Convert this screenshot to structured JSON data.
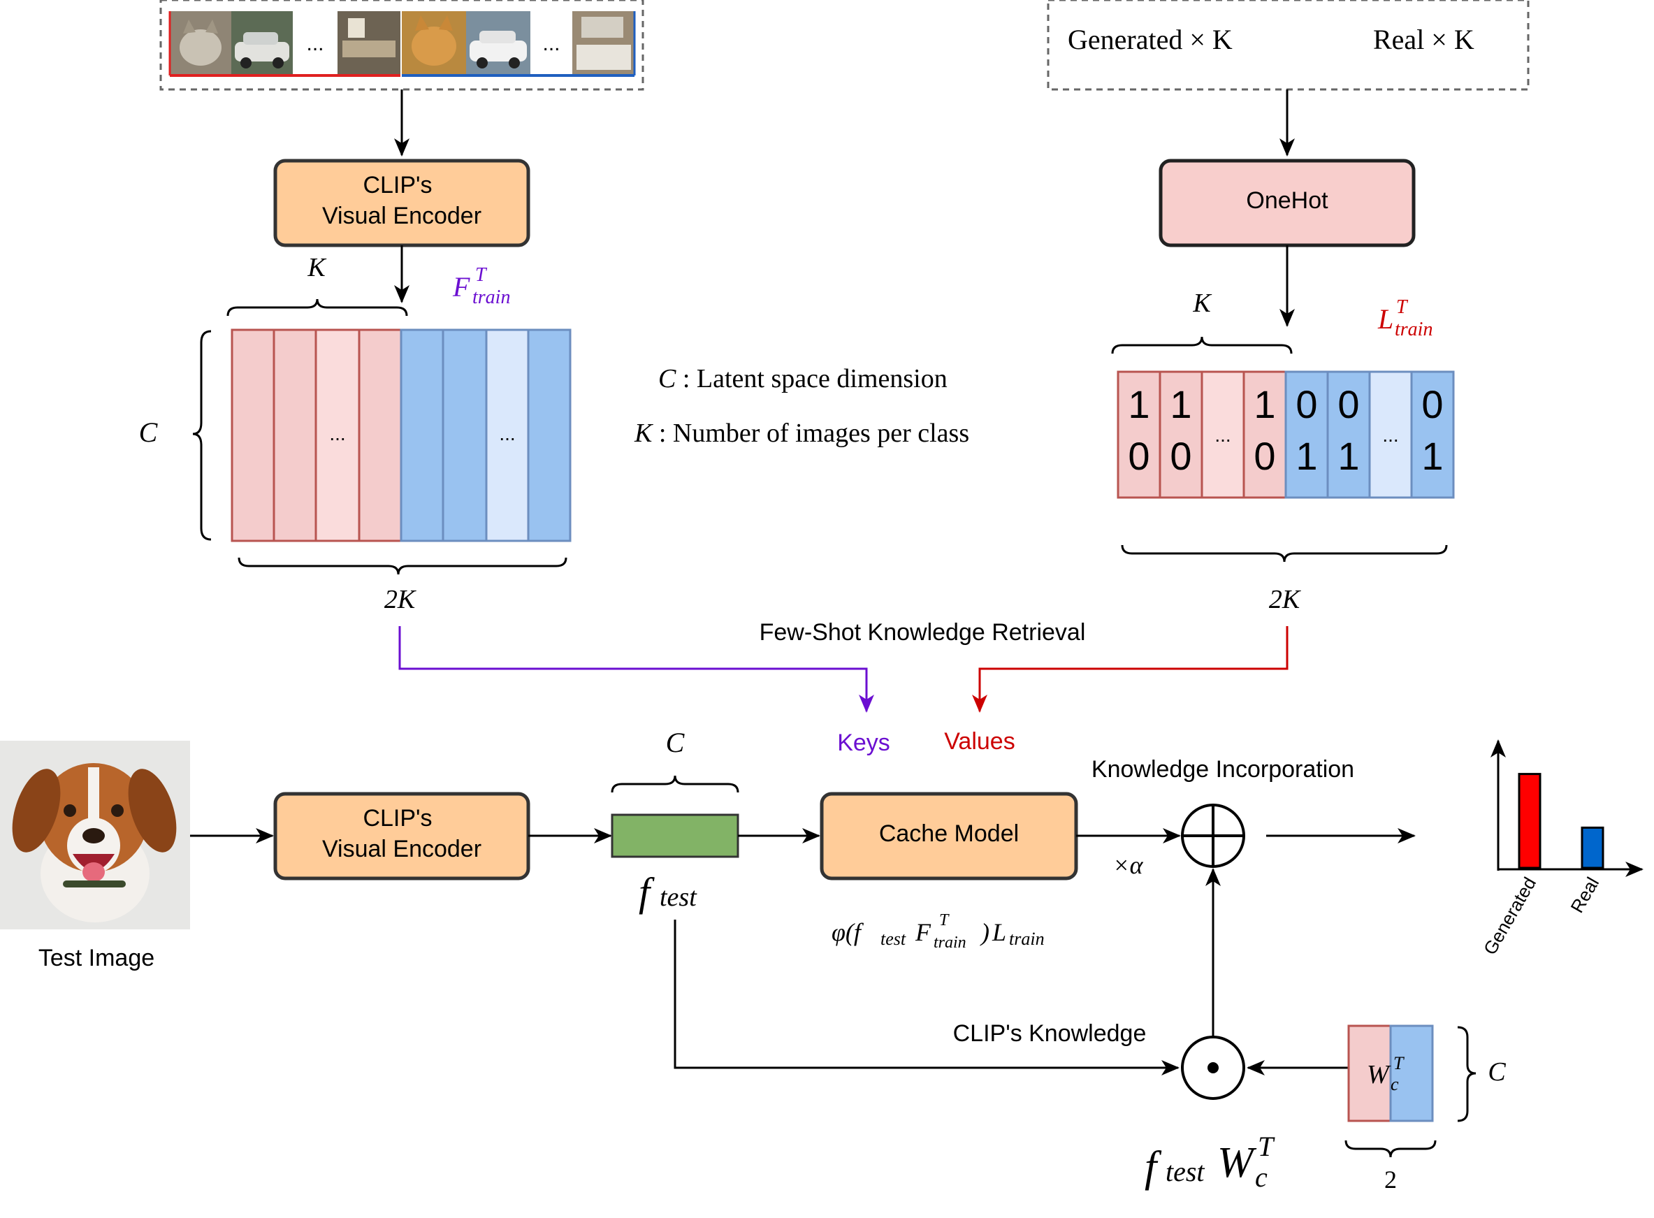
{
  "colors": {
    "encoder_fill": "#ffcc99",
    "onehot_fill": "#f8cecc",
    "gen_col": "#f4cccc",
    "gen_col_light": "#fadcdc",
    "real_col": "#99c2f0",
    "real_col_light": "#dae8fc",
    "feature_fill": "#82b366",
    "keys_purple": "#6b0fd1",
    "values_red": "#cc0000",
    "bar_generated": "#ff0000",
    "bar_real": "#0066cc"
  },
  "top_left": {
    "encoder_line1": "CLIP's",
    "encoder_line2": "Visual Encoder",
    "ellipsis_gen": "...",
    "ellipsis_real": "...",
    "K": "K",
    "F_base": "F",
    "F_sup": "T",
    "F_sub": "train",
    "C": "C",
    "twoK": "2K",
    "matrix_ellipsis": "..."
  },
  "top_right": {
    "generated": "Generated × K",
    "real": "Real × K",
    "onehot": "OneHot",
    "K": "K",
    "L_base": "L",
    "L_sup": "T",
    "L_sub": "train",
    "label_cells": [
      {
        "top": "1",
        "bottom": "0"
      },
      {
        "top": "1",
        "bottom": "0"
      },
      {
        "top": "",
        "bottom": "..."
      },
      {
        "top": "1",
        "bottom": "0"
      },
      {
        "top": "0",
        "bottom": "1"
      },
      {
        "top": "0",
        "bottom": "1"
      },
      {
        "top": "",
        "bottom": "..."
      },
      {
        "top": "0",
        "bottom": "1"
      }
    ],
    "twoK": "2K"
  },
  "legend": {
    "c_symbol": "C",
    "c_text": " : Latent space dimension",
    "k_symbol": "K",
    "k_text": " : Number of images per class"
  },
  "middle": {
    "retrieval": "Few-Shot Knowledge Retrieval",
    "keys": "Keys",
    "values": "Values"
  },
  "bottom": {
    "test_image_label": "Test Image",
    "encoder_line1": "CLIP's",
    "encoder_line2": "Visual Encoder",
    "C_over_feature": "C",
    "f_base": "f",
    "f_sub": "test",
    "cache_model": "Cache Model",
    "cache_formula": {
      "phi": "φ(",
      "f": "f",
      "f_sub": "test",
      "F": "F",
      "F_sup": "T",
      "F_sub": "train",
      "close": ")",
      "L": "L",
      "L_sub": "train"
    },
    "knowledge_incorporation": "Knowledge Incorporation",
    "alpha": "×α",
    "clip_knowledge": "CLIP's Knowledge",
    "W_base": "W",
    "W_sup": "T",
    "W_sub": "c",
    "W_C": "C",
    "W_two": "2",
    "fw_formula": {
      "f": "f",
      "f_sub": "test",
      "W": "W",
      "W_sup": "T",
      "W_sub": "c"
    }
  },
  "output_chart": {
    "categories": [
      "Generated",
      "Real"
    ],
    "values": [
      0.84,
      0.36
    ]
  }
}
